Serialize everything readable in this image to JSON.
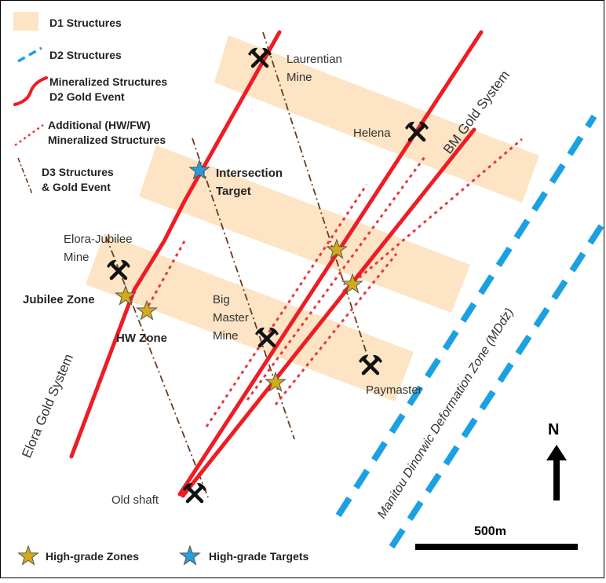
{
  "legend": {
    "d1": "D1 Structures",
    "d2": "D2 Structures",
    "mineralized_line1": "Mineralized Structures",
    "mineralized_line2": "D2 Gold Event",
    "additional_line1": "Additional (HW/FW)",
    "additional_line2": "Mineralized Structures",
    "d3_line1": "D3 Structures",
    "d3_line2": "& Gold Event",
    "high_grade_zones": "High-grade Zones",
    "high_grade_targets": "High-grade Targets"
  },
  "labels": {
    "laurentian_1": "Laurentian",
    "laurentian_2": "Mine",
    "helena": "Helena",
    "bm_gold_system": "BM Gold System",
    "intersection_1": "Intersection",
    "intersection_2": "Target",
    "elora_jubilee_1": "Elora-Jubilee",
    "elora_jubilee_2": "Mine",
    "jubilee_zone": "Jubilee Zone",
    "hw_zone": "HW Zone",
    "big_master_1": "Big",
    "big_master_2": "Master",
    "big_master_3": "Mine",
    "paymaster": "Paymaster",
    "elora_gold_system": "Elora Gold System",
    "mddz": "Manitou Dinorwic Deformation Zone (MDdz)",
    "old_shaft": "Old shaft",
    "north": "N",
    "scale": "500m"
  },
  "colors": {
    "d1_fill": "#fce4c4",
    "d2_blue": "#1ba1e2",
    "mineralized_red": "#ee1c24",
    "additional_red": "#e8383d",
    "d3_brown": "#6b3a1e",
    "star_gold": "#d4aa1a",
    "star_blue": "#2a9bd8",
    "mine_icon": "#111111"
  }
}
